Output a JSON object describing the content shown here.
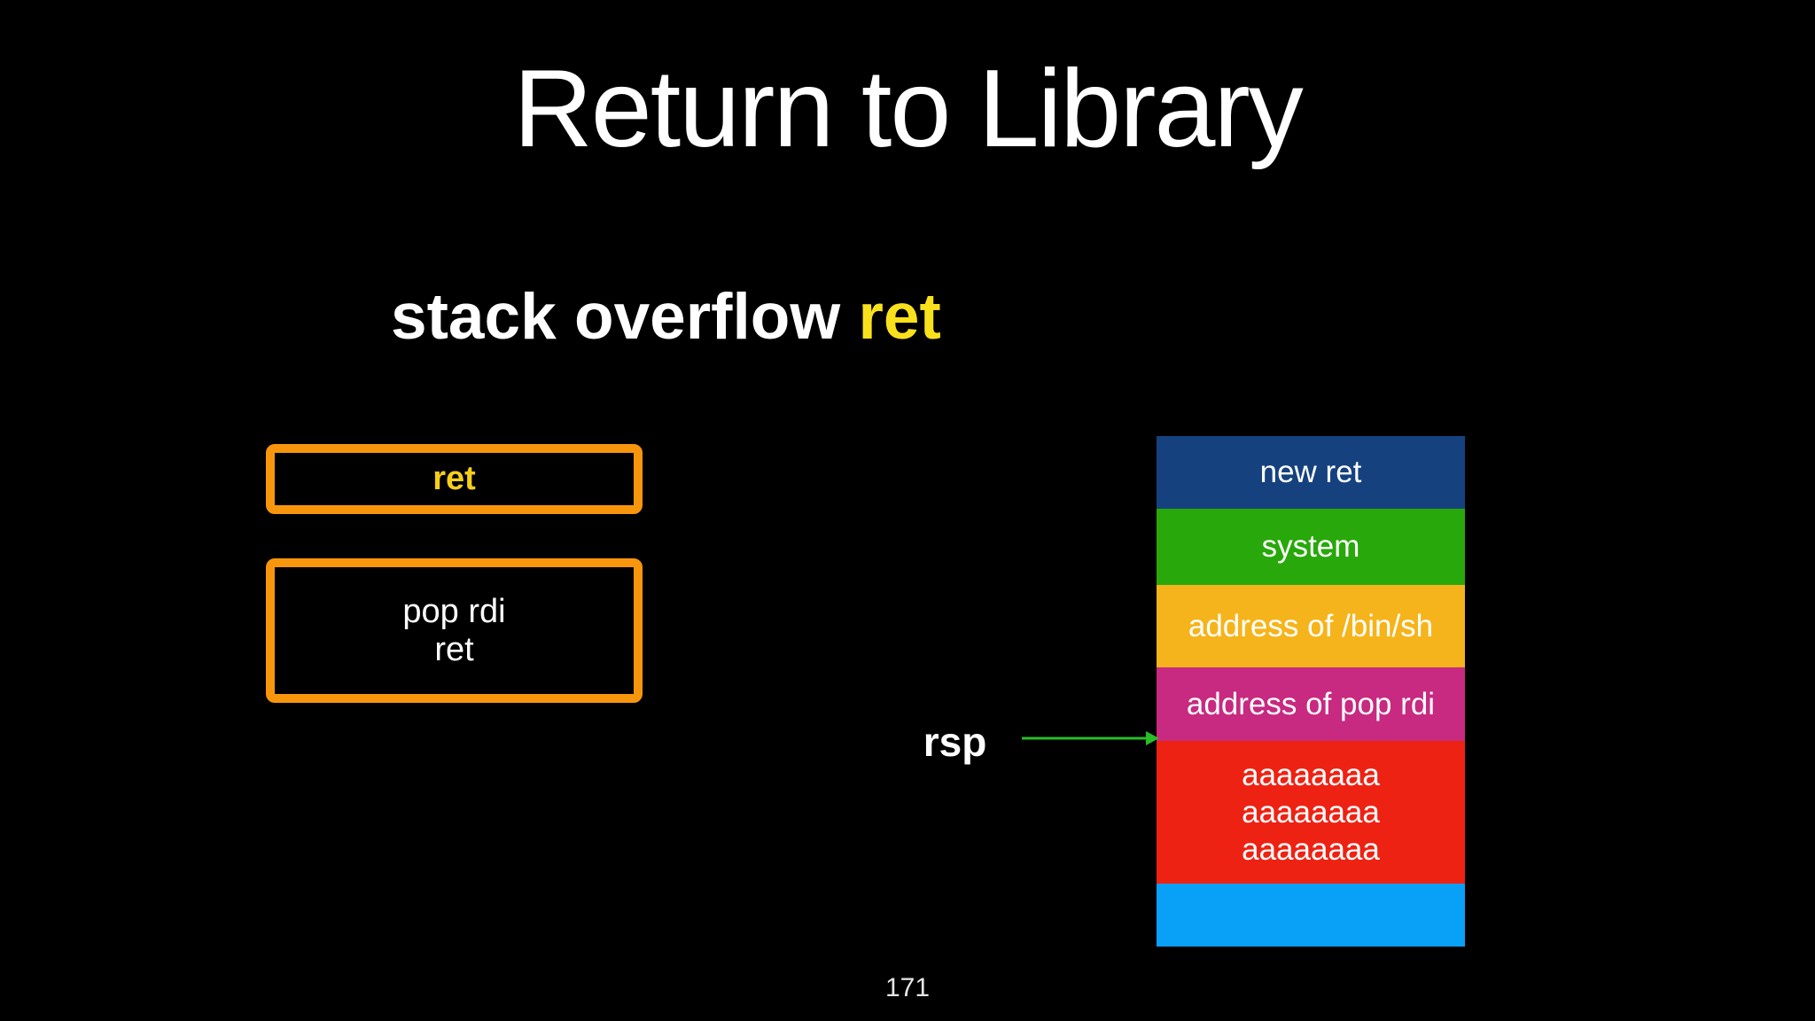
{
  "slide": {
    "title": "Return to Library",
    "subtitle": {
      "prefix": "stack overflow ",
      "highlight": "ret"
    },
    "page_number": "171"
  },
  "gadget_boxes": {
    "ret_box": {
      "label": "ret"
    },
    "pop_rdi_box": {
      "lines": [
        "pop rdi",
        "ret"
      ]
    }
  },
  "stack": {
    "pointer": {
      "label": "rsp"
    },
    "cells": [
      {
        "label": "new ret",
        "color": "#15427E"
      },
      {
        "label": "system",
        "color": "#28A80B"
      },
      {
        "label": "address of /bin/sh",
        "color": "#F5B41B"
      },
      {
        "label": "address of pop rdi",
        "color": "#C72A80"
      },
      {
        "lines": [
          "aaaaaaaa",
          "aaaaaaaa",
          "aaaaaaaa"
        ],
        "color": "#EE2213"
      },
      {
        "label": "",
        "color": "#09A0F8"
      }
    ]
  },
  "colors": {
    "background": "#000000",
    "text_white": "#FFFFFF",
    "highlight_yellow": "#F8E11C",
    "box_label_yellow": "#F5CE1A",
    "box_border_orange": "#F7960D",
    "arrow_green": "#27BE27",
    "page_number_gray": "#E6E6E6"
  }
}
